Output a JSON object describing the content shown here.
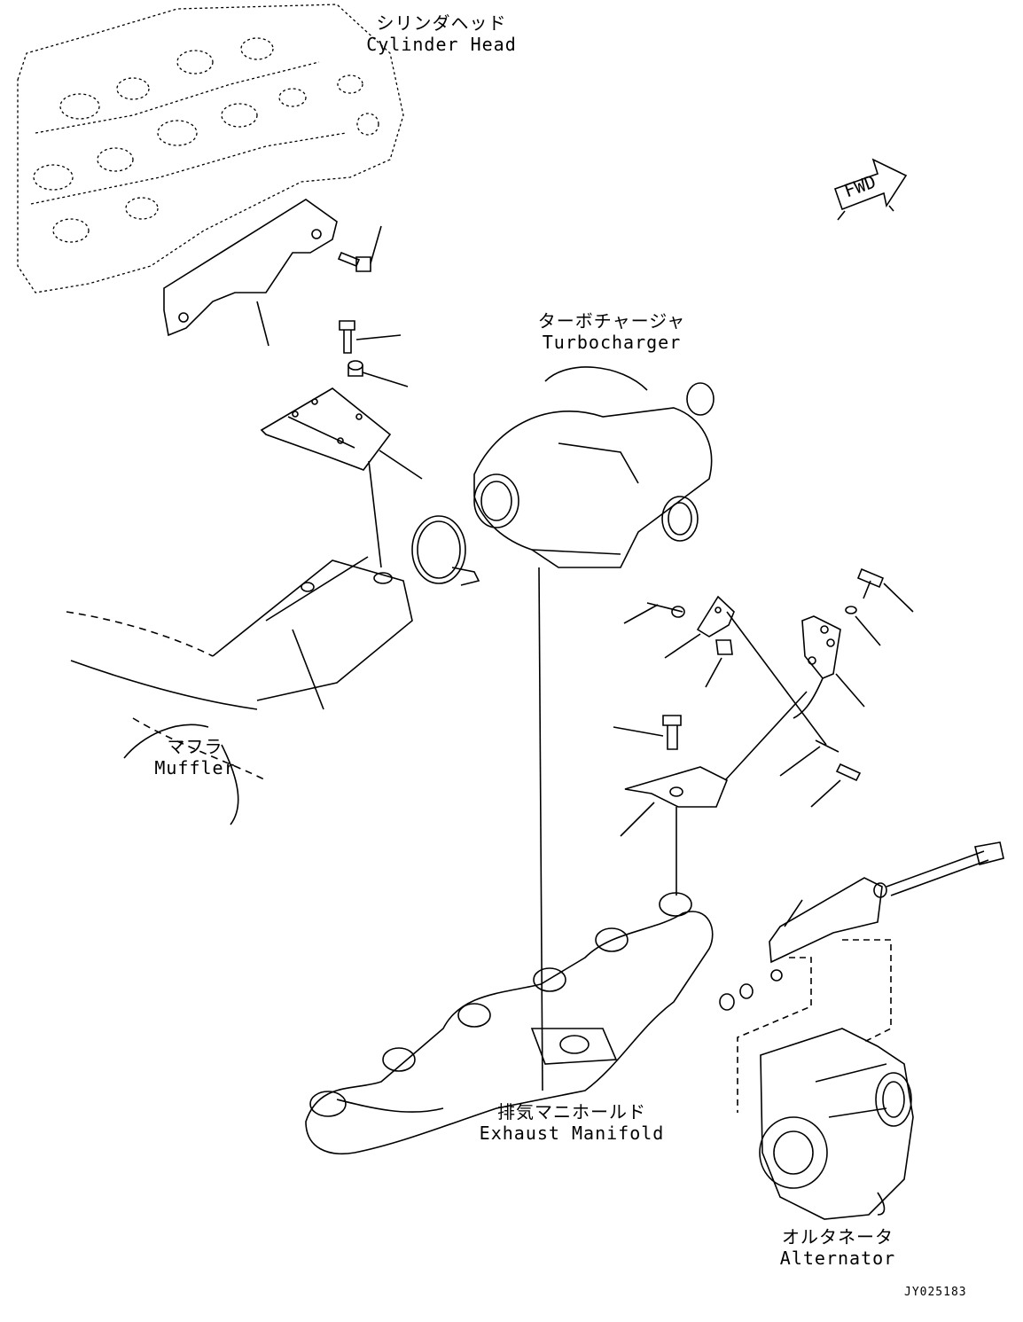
{
  "labels": {
    "cylinder_head": {
      "jp": "シリンダヘッド",
      "en": "Cylinder Head"
    },
    "turbocharger": {
      "jp": "ターボチャージャ",
      "en": "Turbocharger"
    },
    "muffler": {
      "jp": "マフラ",
      "en": "Muffler"
    },
    "exhaust_manifold": {
      "jp": "排気マニホールド",
      "en": "Exhaust Manifold"
    },
    "alternator": {
      "jp": "オルタネータ",
      "en": "Alternator"
    }
  },
  "fwd_label": "FWD",
  "figure_ref": "JY025183"
}
